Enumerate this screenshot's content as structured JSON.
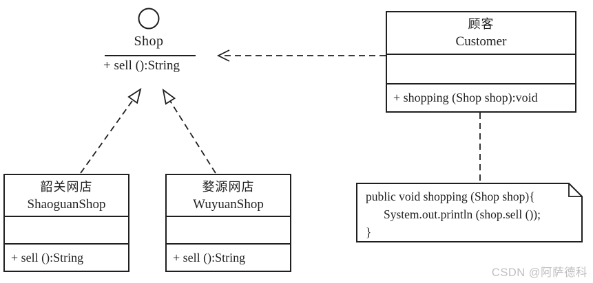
{
  "colors": {
    "ink": "#1f1f1f",
    "background": "#ffffff",
    "watermark": "#c0c0c0"
  },
  "interface": {
    "name": "Shop",
    "method": "+ sell ():String",
    "notation": "lollipop-interface"
  },
  "classes": [
    {
      "id": "customer",
      "title_cn": "顾客",
      "title_en": "Customer",
      "attributes": "",
      "method": "+ shopping (Shop shop):void"
    },
    {
      "id": "shaoguan-shop",
      "title_cn": "韶关网店",
      "title_en": "ShaoguanShop",
      "attributes": "",
      "method": "+ sell ():String"
    },
    {
      "id": "wuyuan-shop",
      "title_cn": "婺源网店",
      "title_en": "WuyuanShop",
      "attributes": "",
      "method": "+ sell ():String"
    }
  ],
  "note": {
    "lines": [
      "public void shopping (Shop shop){",
      "System.out.println (shop.sell ());",
      "}"
    ]
  },
  "connectors": [
    {
      "type": "dependency",
      "from": "Customer",
      "to": "Shop",
      "line": "dashed",
      "head": "open-v-arrow"
    },
    {
      "type": "realization",
      "from": "ShaoguanShop",
      "to": "Shop",
      "line": "dashed",
      "head": "hollow-triangle"
    },
    {
      "type": "realization",
      "from": "WuyuanShop",
      "to": "Shop",
      "line": "dashed",
      "head": "hollow-triangle"
    },
    {
      "type": "note-anchor",
      "from": "Customer",
      "to": "code-note",
      "line": "dashed",
      "head": "none"
    }
  ],
  "watermark": "CSDN @阿萨德科"
}
